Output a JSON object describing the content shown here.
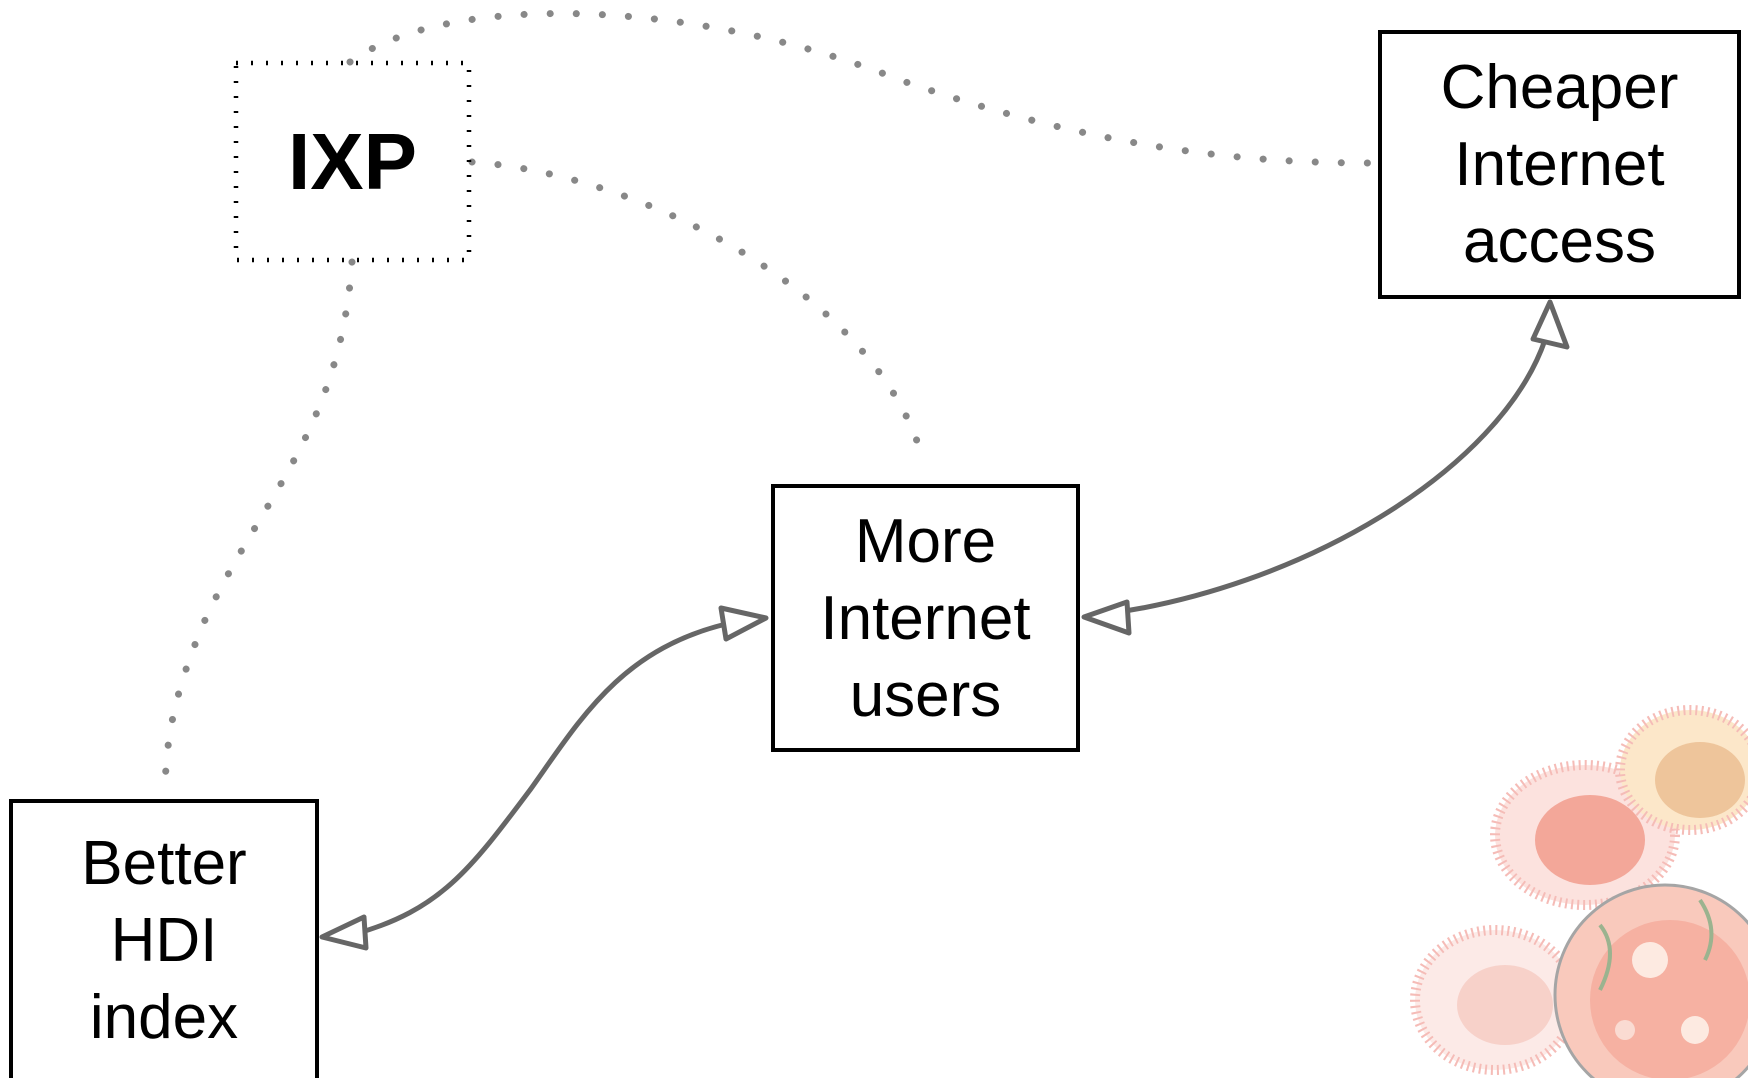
{
  "nodes": {
    "ixp": {
      "label": "IXP"
    },
    "cheaper": {
      "lines": [
        "Cheaper",
        "Internet",
        "access"
      ]
    },
    "more": {
      "lines": [
        "More",
        "Internet",
        "users"
      ]
    },
    "hdi": {
      "lines": [
        "Better",
        "HDI",
        "index"
      ]
    }
  },
  "colors": {
    "arrow": "#666666",
    "dotted_link": "#888888",
    "box_border": "#000000",
    "decoration_red": "#e8604c",
    "decoration_pink": "#f2a6a0"
  }
}
